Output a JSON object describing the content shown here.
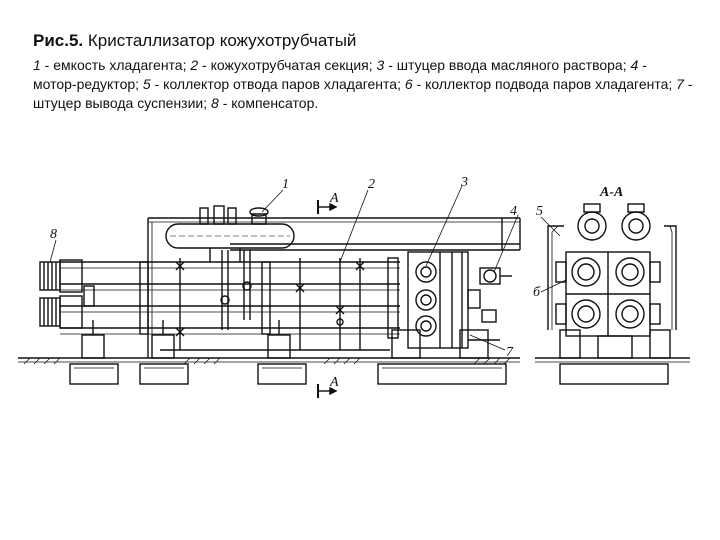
{
  "caption": {
    "fig_number": "Рис.5.",
    "fig_title": "Кристаллизатор кожухотрубчатый",
    "legend_items": [
      {
        "num": "1",
        "text": "емкость хладагента"
      },
      {
        "num": "2",
        "text": "кожухотрубчатая секция"
      },
      {
        "num": "3",
        "text": "штуцер ввода масляного раствора"
      },
      {
        "num": "4",
        "text": "мотор-редуктор"
      },
      {
        "num": "5",
        "text": "коллектор отвода паров хладагента"
      },
      {
        "num": "6",
        "text": "коллектор подвода паров хладагента"
      },
      {
        "num": "7",
        "text": "штуцер вывода суспензии"
      },
      {
        "num": "8",
        "text": "компенсатор"
      }
    ]
  },
  "drawing": {
    "callouts": {
      "c1": "1",
      "c2": "2",
      "c3": "3",
      "c4": "4",
      "c5": "5",
      "c6": "б",
      "c7": "7",
      "c8": "8"
    },
    "section_mark": "А",
    "section_mark_bottom": "А",
    "section_view_title": "А-А"
  },
  "colors": {
    "ink": "#111111",
    "paper": "#ffffff"
  }
}
